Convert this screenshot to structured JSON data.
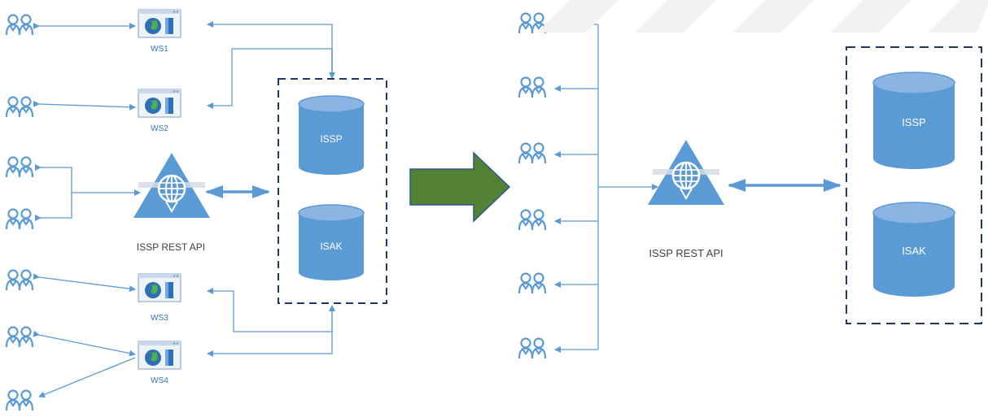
{
  "colors": {
    "line": "#5b9bd5",
    "user_icon": "#5b9bd5",
    "db_fill": "#5b9bd5",
    "db_top": "#8cb4e2",
    "db_text": "#ffffff",
    "label_blue": "#2e75b6",
    "label_dark": "#404040",
    "dashed_border": "#1f3864",
    "arrow_fill": "#548235",
    "arrow_stroke": "#2f5597"
  },
  "before": {
    "webservers": [
      {
        "label": "WS1"
      },
      {
        "label": "WS2"
      },
      {
        "label": "WS3"
      },
      {
        "label": "WS4"
      }
    ],
    "api_label": "ISSP REST API",
    "databases": [
      {
        "label": "ISSP"
      },
      {
        "label": "ISAK"
      }
    ]
  },
  "after": {
    "api_label": "ISSP REST API",
    "databases": [
      {
        "label": "ISSP"
      },
      {
        "label": "ISAK"
      }
    ]
  }
}
